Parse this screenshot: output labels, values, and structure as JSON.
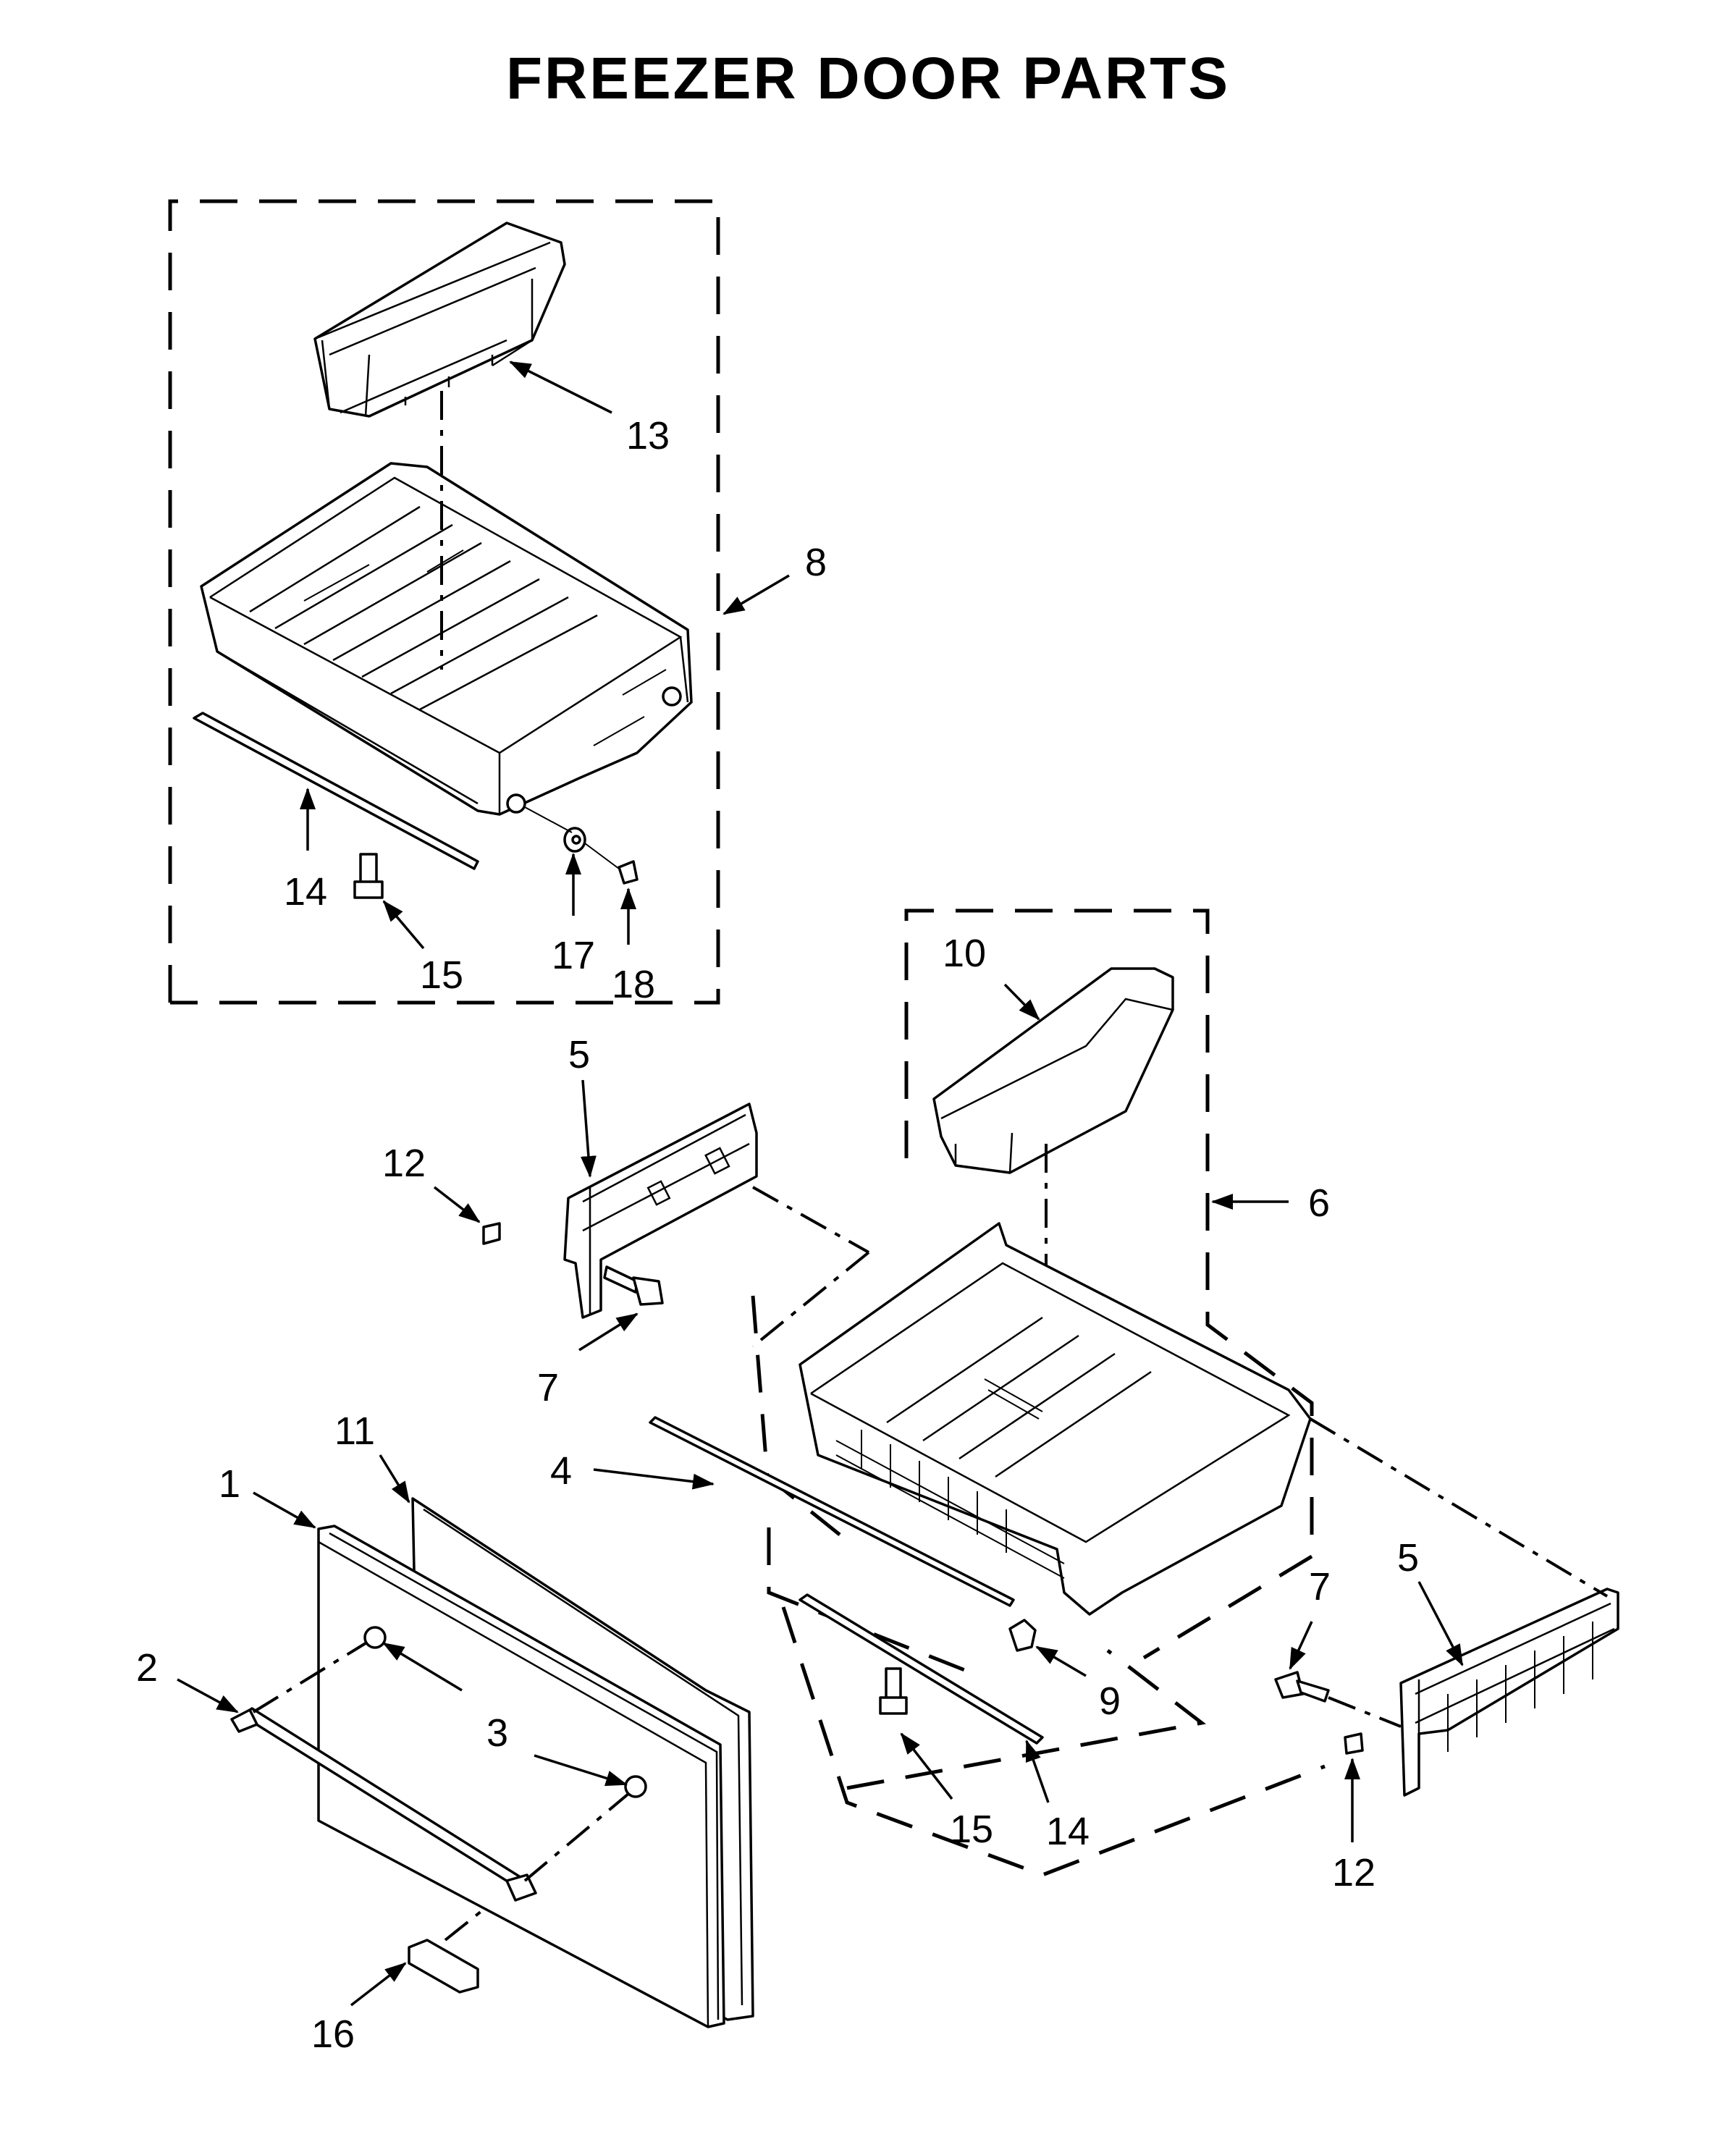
{
  "title": "FREEZER DOOR PARTS",
  "callouts": [
    "1",
    "2",
    "3",
    "4",
    "5",
    "5",
    "6",
    "7",
    "7",
    "8",
    "9",
    "10",
    "11",
    "12",
    "12",
    "13",
    "14",
    "14",
    "15",
    "15",
    "16",
    "17",
    "18"
  ]
}
